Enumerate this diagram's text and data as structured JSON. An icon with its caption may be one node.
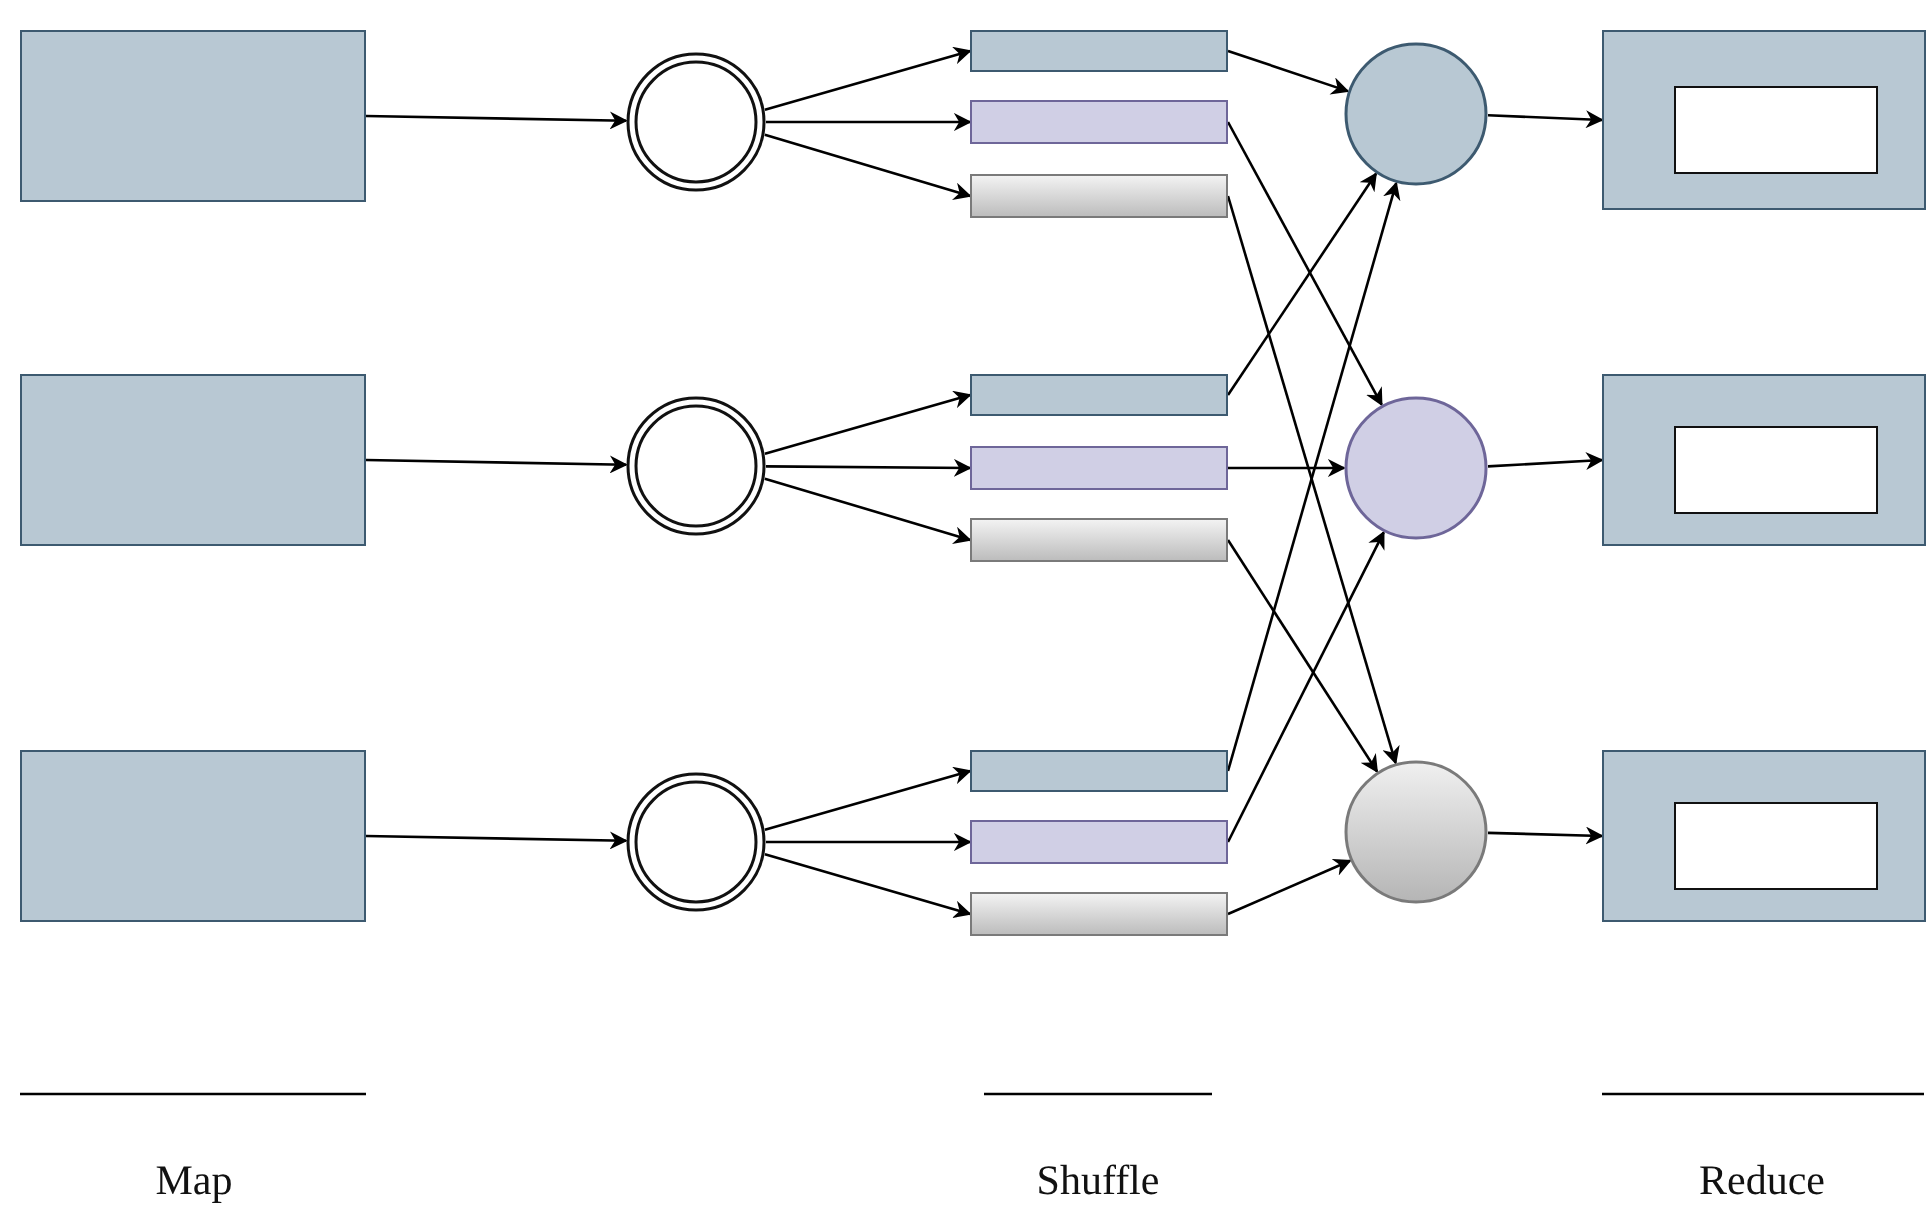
{
  "diagram": {
    "nodes": [
      {
        "text": [],
        "shape": "box"
      },
      {
        "text": [],
        "shape": "box"
      },
      {
        "text": [],
        "shape": "box"
      },
      {
        "text": [],
        "shape": "circle"
      },
      {
        "text": [],
        "shape": "circle"
      },
      {
        "text": [],
        "shape": "circle"
      },
      {
        "text": [],
        "shape": "bar"
      },
      {
        "text": [],
        "shape": "bar"
      },
      {
        "text": [],
        "shape": "bar"
      },
      {
        "text": [],
        "shape": "bar"
      },
      {
        "text": [],
        "shape": "bar"
      },
      {
        "text": [],
        "shape": "bar"
      },
      {
        "text": [],
        "shape": "bar"
      },
      {
        "text": [],
        "shape": "bar"
      },
      {
        "text": [],
        "shape": "bar"
      },
      {
        "text": [],
        "shape": "circle"
      },
      {
        "text": [],
        "shape": "circle"
      },
      {
        "text": [],
        "shape": "circle"
      },
      {
        "text": [],
        "shape": "box"
      },
      {
        "text": [],
        "shape": "box"
      },
      {
        "text": [],
        "shape": "box"
      },
      {
        "text": [],
        "shape": "box",
        "in": 18
      },
      {
        "text": [],
        "shape": "box",
        "in": 19
      },
      {
        "text": [],
        "shape": "box",
        "in": 20
      }
    ],
    "edges": [
      {
        "from": 0,
        "to": 3,
        "arrow": "to"
      },
      {
        "from": 1,
        "to": 4,
        "arrow": "to"
      },
      {
        "from": 2,
        "to": 5,
        "arrow": "to"
      },
      {
        "from": 3,
        "to": 6,
        "arrow": "to"
      },
      {
        "from": 3,
        "to": 7,
        "arrow": "to"
      },
      {
        "from": 3,
        "to": 8,
        "arrow": "to"
      },
      {
        "from": 4,
        "to": 9,
        "arrow": "to"
      },
      {
        "from": 4,
        "to": 10,
        "arrow": "to"
      },
      {
        "from": 4,
        "to": 11,
        "arrow": "to"
      },
      {
        "from": 5,
        "to": 12,
        "arrow": "to"
      },
      {
        "from": 5,
        "to": 13,
        "arrow": "to"
      },
      {
        "from": 5,
        "to": 14,
        "arrow": "to"
      },
      {
        "from": 6,
        "to": 15,
        "arrow": "to"
      },
      {
        "from": 7,
        "to": 16,
        "arrow": "to"
      },
      {
        "from": 8,
        "to": 17,
        "arrow": "to"
      },
      {
        "from": 9,
        "to": 15,
        "arrow": "to"
      },
      {
        "from": 10,
        "to": 16,
        "arrow": "to"
      },
      {
        "from": 11,
        "to": 17,
        "arrow": "to"
      },
      {
        "from": 12,
        "to": 15,
        "arrow": "to"
      },
      {
        "from": 13,
        "to": 16,
        "arrow": "to"
      },
      {
        "from": 14,
        "to": 17,
        "arrow": "to"
      },
      {
        "from": 15,
        "to": 18,
        "arrow": "to"
      },
      {
        "from": 16,
        "to": 19,
        "arrow": "to"
      },
      {
        "from": 17,
        "to": 20,
        "arrow": "to"
      }
    ],
    "labels": [
      "Map",
      "Shuffle",
      "Reduce"
    ]
  }
}
